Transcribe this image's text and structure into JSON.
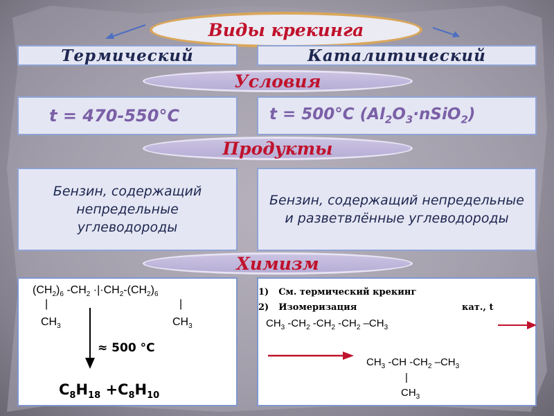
{
  "title": "Виды крекинга",
  "types": {
    "thermal": "Термический",
    "catalytic": "Каталитический"
  },
  "conditions_label": "Условия",
  "conditions": {
    "thermal": "t = 470-550°C",
    "catalytic_prefix": "t = 500°C  (Al",
    "catalytic_s1": "2",
    "catalytic_m1": "O",
    "catalytic_s2": "3",
    "catalytic_m2": "·nSiO",
    "catalytic_s3": "2",
    "catalytic_end": ")"
  },
  "products_label": "Продукты",
  "products": {
    "thermal": "Бензин, содержащий непредельные углеводороды",
    "catalytic": "Бензин, содержащий непредельные и разветвлённые углеводороды"
  },
  "chemistry_label": "Химизм",
  "left_chem": {
    "ch2": "(CH",
    "s2": "2",
    "close6": ")",
    "n6": "6",
    "mid": "-CH",
    "mid2": "2",
    "cut": "·|·CH",
    "cut2": "2",
    "tail": "-(CH",
    "tail2": "2",
    "tailclose": ")",
    "tail6": "6",
    "bar": "|",
    "ch3": "CH",
    "ch3s": "3",
    "temp": "≈ 500 °C",
    "product_c1": "C",
    "product_n1": "8",
    "product_h1": "H",
    "product_n2": "18",
    "product_plus": " +C",
    "product_n3": "8",
    "product_h2": "H",
    "product_n4": "10"
  },
  "right_chem": {
    "item1_num": "1)",
    "item1": "См. термический крекинг",
    "item2_num": "2)",
    "item2": "Изомеризация",
    "catalyst": "кат., t",
    "ch": "CH",
    "s3": "3",
    "s2": "2",
    "f1a": " -CH",
    "f1b": " -CH",
    "f1c": " -CH",
    "f1d": " –CH",
    "f2a": " -CH -CH",
    "f2b": " –CH",
    "bar": "|"
  },
  "colors": {
    "accent": "#c0122c",
    "header_text": "#1e2750",
    "condition_text": "#7a5fa6",
    "box_border": "#8fa3d4"
  }
}
